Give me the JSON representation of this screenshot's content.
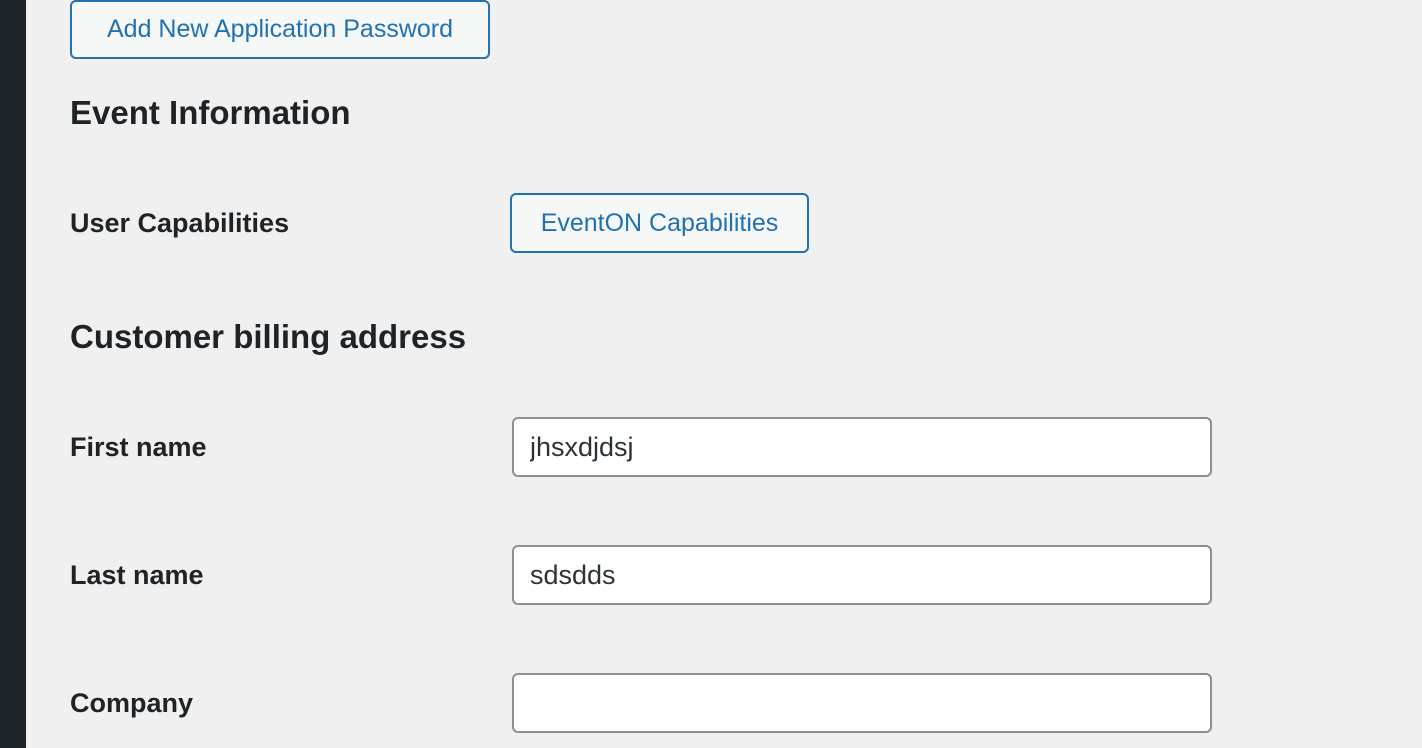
{
  "application_passwords": {
    "add_button_label": "Add New Application Password"
  },
  "event_information": {
    "title": "Event Information",
    "user_capabilities_label": "User Capabilities",
    "capabilities_button_label": "EventON Capabilities"
  },
  "billing_address": {
    "title": "Customer billing address",
    "first_name": {
      "label": "First name",
      "value": "jhsxdjdsj"
    },
    "last_name": {
      "label": "Last name",
      "value": "sdsdds"
    },
    "company": {
      "label": "Company",
      "value": ""
    }
  },
  "colors": {
    "accent": "#2271b1",
    "sidebar": "#1d2327",
    "background": "#f0f0f1",
    "input_border": "#8c8f94"
  }
}
